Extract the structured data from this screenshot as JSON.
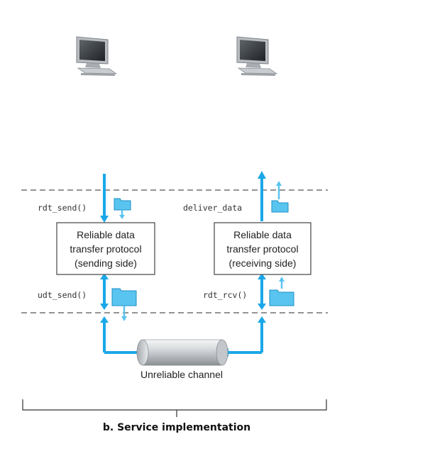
{
  "diagram": {
    "sender_box": {
      "line1": "Reliable data",
      "line2": "transfer protocol",
      "line3": "(sending side)"
    },
    "receiver_box": {
      "line1": "Reliable data",
      "line2": "transfer protocol",
      "line3": "(receiving side)"
    },
    "calls": {
      "rdt_send": "rdt_send()",
      "deliver_data": "deliver_data",
      "udt_send": "udt_send()",
      "rdt_rcv": "rdt_rcv()"
    },
    "channel_label": "Unreliable channel",
    "caption": "b. Service implementation",
    "colors": {
      "arrow": "#1aa7e8",
      "packet": "#5ac4f0",
      "packet_edge": "#1b8fc4",
      "dash": "#555555",
      "box_border": "#444444",
      "pipe_light": "#e6e8ea",
      "pipe_dark": "#8c9196"
    },
    "icons": [
      "computer-icon",
      "computer-icon",
      "packet-icon",
      "packet-icon",
      "packet-icon",
      "packet-icon"
    ]
  }
}
